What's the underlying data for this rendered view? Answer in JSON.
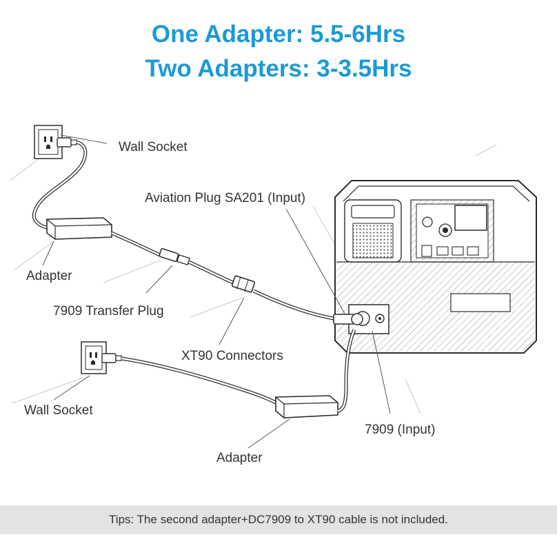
{
  "headline": {
    "line1": "One Adapter: 5.5-6Hrs",
    "line2": "Two Adapters: 3-3.5Hrs"
  },
  "labels": {
    "wall_socket_top": "Wall Socket",
    "aviation_plug": "Aviation Plug SA201 (Input)",
    "adapter_top": "Adapter",
    "transfer_plug": "7909 Transfer Plug",
    "xt90": "XT90 Connectors",
    "wall_socket_bottom": "Wall Socket",
    "input_7909": "7909 (Input)",
    "adapter_bottom": "Adapter"
  },
  "tips": "Tips: The second adapter+DC7909 to XT90 cable is not included.",
  "colors": {
    "headline": "#1a9ad6",
    "label_text": "#333333",
    "tips_bar": "#e3e3e3",
    "line_art": "#2a2a2a"
  },
  "icons": [
    "wall-outlet-icon",
    "power-station-icon",
    "adapter-brick-icon",
    "plug-icon"
  ]
}
